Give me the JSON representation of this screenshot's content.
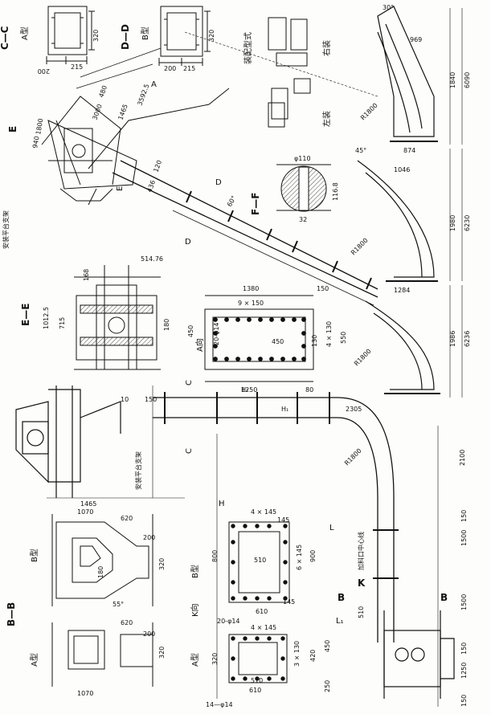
{
  "sections": {
    "cc": "C—C",
    "dd": "D—D",
    "ee": "E—E",
    "ff": "F—F",
    "bb": "B—B",
    "a_type": "A型",
    "b_type": "B型",
    "a_view": "A向",
    "k_view": "K向",
    "assembly_form": "装配型式",
    "right_mount": "右装",
    "left_mount": "左装",
    "support_platform": "安装平台支架",
    "inlet_centerline": "加料口中心线"
  },
  "letters": {
    "A": "A",
    "B": "B",
    "C": "C",
    "D": "D",
    "E": "E",
    "K": "K",
    "F": "F",
    "H": "H",
    "H1": "H₁",
    "H2": "H₂",
    "L": "L",
    "L1": "L₁"
  },
  "dimensions": {
    "d320": "320",
    "d200": "200",
    "d215": "215",
    "d480": "480",
    "d3592": "3592.5",
    "d3000": "3000",
    "d1465": "1465",
    "d1800": "1800",
    "d940": "940",
    "d120": "120",
    "d436": "436",
    "d60": "60°",
    "d110": "φ110",
    "d116": "116.8",
    "d32": "32",
    "d514": "514.76",
    "d168": "168",
    "d1012": "1012.5",
    "d715": "715",
    "d180": "180",
    "d450": "450",
    "d1380": "1380",
    "d9x150": "9 × 150",
    "d20phi": "20-φ14",
    "d550": "550",
    "d4x130": "4 × 130",
    "d130": "130",
    "d150": "150",
    "d1250": "1250",
    "d80": "80",
    "d10": "10",
    "d2305": "2305",
    "dR1800": "R1800",
    "d2100": "2100",
    "d1500": "1500",
    "d510": "510",
    "d1070": "1070",
    "d620": "620",
    "d55": "55°",
    "d4x145": "4 × 145",
    "d145": "145",
    "d6x145": "6 × 145",
    "d900": "900",
    "d800": "800",
    "d610": "610",
    "d14phi": "14—φ14",
    "d3x130": "3 × 130",
    "d420": "420",
    "d250": "250",
    "d30": "30°",
    "d969": "969",
    "d1840": "1840",
    "d6090": "6090",
    "d874": "874",
    "d45": "45°",
    "d1046": "1046",
    "d1980": "1980",
    "d6230": "6230",
    "d1284": "1284",
    "d1986": "1986",
    "d6236": "6236",
    "d1465b": "1465"
  }
}
